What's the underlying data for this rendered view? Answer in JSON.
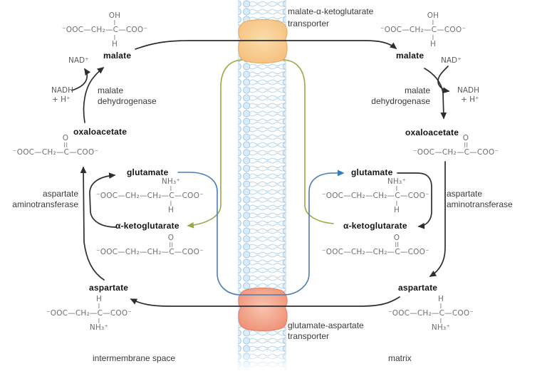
{
  "molecules": {
    "malate": {
      "name": "malate",
      "top": "OH",
      "chain": "⁻OOC—CH₂—C—COO⁻",
      "bottom": "H"
    },
    "oxaloacetate": {
      "name": "oxaloacetate",
      "top": "O",
      "chain": "⁻OOC—CH₂—C—COO⁻"
    },
    "glutamate": {
      "name": "glutamate",
      "top": "NH₃⁺",
      "chain": "⁻OOC—CH₂—CH₂—C—COO⁻",
      "bottom": "H"
    },
    "alpha_ketoglutarate": {
      "name": "α-ketoglutarate",
      "top": "O",
      "chain": "⁻OOC—CH₂—CH₂—C—COO⁻"
    },
    "aspartate": {
      "name": "aspartate",
      "top": "H",
      "chain": "⁻OOC—CH₂—C—COO⁻",
      "bottom": "NH₃⁺"
    }
  },
  "cofactors": {
    "nad_plus": "NAD⁺",
    "nadh": "NADH",
    "h_plus": "+ H⁺"
  },
  "enzymes": {
    "malate_dehydrogenase": {
      "line1": "malate",
      "line2": "dehydrogenase"
    },
    "aspartate_aminotransferase": {
      "line1": "aspartate",
      "line2": "aminotransferase"
    }
  },
  "transporters": {
    "malate_akg": {
      "line1": "malate-α-ketoglutarate",
      "line2": "transporter"
    },
    "glutamate_aspartate": {
      "line1": "glutamate-aspartate",
      "line2": "transporter"
    }
  },
  "compartments": {
    "left": "intermembrane space",
    "right": "matrix"
  },
  "colors": {
    "arrow_black": "#2e2e2e",
    "akg_path_green": "#99a844",
    "glutamate_path_blue": "#4a7cb8",
    "glutamate_arrow_blue": "#2f7cc4",
    "membrane_head_fill": "#daecf9",
    "membrane_head_stroke": "#a2c9e8",
    "membrane_tail": "#a9cde9",
    "transporter_top_fill": "#f5bf7d",
    "transporter_top_light": "#fbdcab",
    "transporter_top_edge": "#eaa55e",
    "transporter_bottom_fill": "#ef8f73",
    "transporter_bottom_light": "#f9c5b1",
    "transporter_bottom_edge": "#e67a5e"
  }
}
